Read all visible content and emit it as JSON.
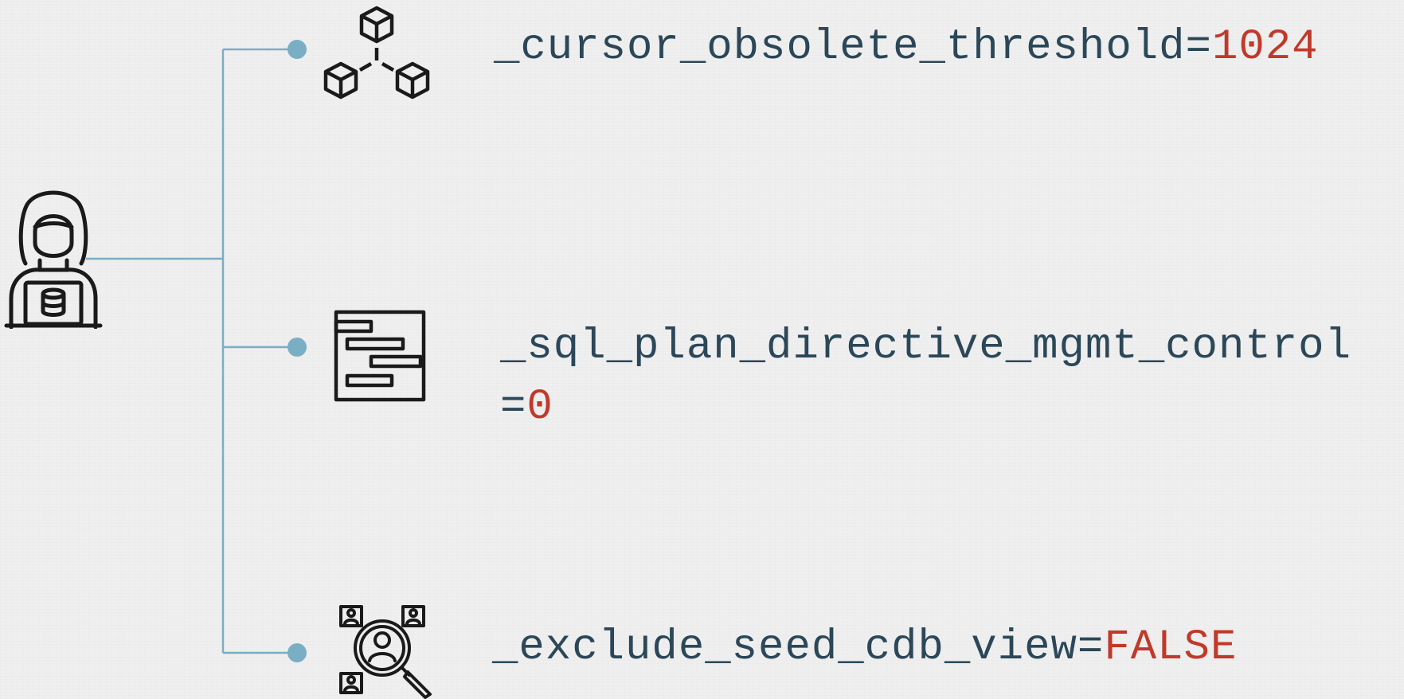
{
  "params": [
    {
      "name": "_cursor_obsolete_threshold",
      "eq": "=",
      "value": "1024",
      "icon": "blocks-network-icon"
    },
    {
      "name": "_sql_plan_directive_mgmt_control",
      "eq": "=",
      "value": "0",
      "icon": "gantt-plan-icon"
    },
    {
      "name": "_exclude_seed_cdb_view",
      "eq": "=",
      "value": "FALSE",
      "icon": "user-search-icon"
    }
  ],
  "root_icon": "database-admin-icon",
  "colors": {
    "text": "#2b4758",
    "value": "#c0392b",
    "connector": "#7aaec4",
    "background": "#efefef"
  }
}
